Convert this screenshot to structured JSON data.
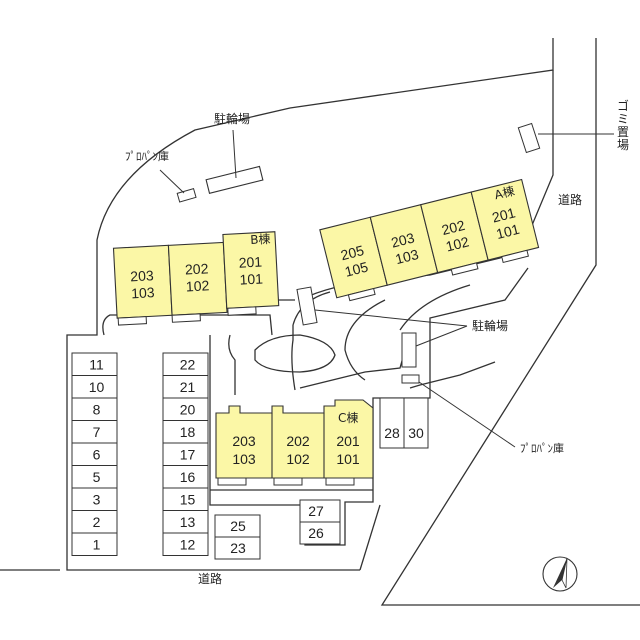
{
  "labels": {
    "bike_parking_top": "駐輪場",
    "propane_top": "ﾌﾟﾛﾊﾟﾝ庫",
    "garbage": "ゴミ置場",
    "road_right": "道路",
    "bike_parking_mid": "駐輪場",
    "propane_mid": "ﾌﾟﾛﾊﾟﾝ庫",
    "road_bottom": "道路"
  },
  "buildings": {
    "A": {
      "name": "A棟",
      "units": [
        {
          "upper": "205",
          "lower": "105"
        },
        {
          "upper": "203",
          "lower": "103"
        },
        {
          "upper": "202",
          "lower": "102"
        },
        {
          "upper": "201",
          "lower": "101"
        }
      ]
    },
    "B": {
      "name": "B棟",
      "units": [
        {
          "upper": "203",
          "lower": "103"
        },
        {
          "upper": "202",
          "lower": "102"
        },
        {
          "upper": "201",
          "lower": "101"
        }
      ]
    },
    "C": {
      "name": "C棟",
      "units": [
        {
          "upper": "203",
          "lower": "103"
        },
        {
          "upper": "202",
          "lower": "102"
        },
        {
          "upper": "201",
          "lower": "101"
        }
      ]
    }
  },
  "parking": {
    "col1": [
      "11",
      "10",
      "8",
      "7",
      "6",
      "5",
      "3",
      "2",
      "1"
    ],
    "col2": [
      "22",
      "21",
      "20",
      "18",
      "17",
      "16",
      "15",
      "13",
      "12"
    ],
    "pair_25_23": [
      "25",
      "23"
    ],
    "pair_27_26": [
      "27",
      "26"
    ],
    "pair_28_30": [
      "28",
      "30"
    ]
  },
  "colors": {
    "building": "#fbf7a6",
    "line": "#333333"
  },
  "icons": {
    "north": "north-arrow-icon"
  }
}
